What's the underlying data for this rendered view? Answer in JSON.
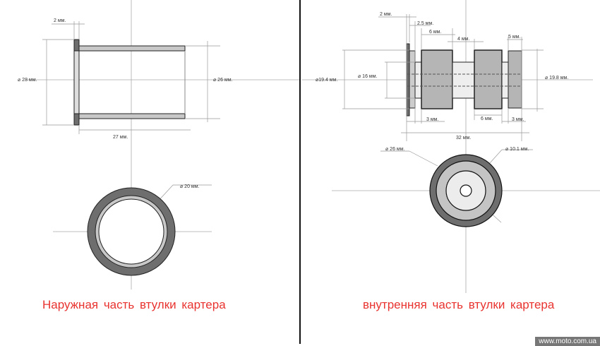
{
  "left": {
    "caption": "Наружная часть втулки картера",
    "dims": {
      "flange": "2 мм.",
      "outer_d": "28 мм.",
      "tube_d": "26 мм.",
      "length": "27 мм.",
      "ring_d": "20 мм."
    }
  },
  "right": {
    "caption": "внутренняя часть втулки картера",
    "dims": {
      "flange": "2 мм.",
      "step1": "2.5 мм.",
      "seg1": "6 мм.",
      "gap": "4 мм.",
      "seg_end": "5 мм.",
      "d_left": "19.4 мм.",
      "d_inner": "16 мм.",
      "d_right": "19.8 мм.",
      "neck1": "3 мм.",
      "seg2": "6 мм.",
      "neck3": "3 мм.",
      "total": "32 мм.",
      "outer_d": "26 мм.",
      "hole_d": "10.1 мм."
    }
  },
  "watermark": "www.moto.com.ua",
  "colors": {
    "caption": "#e8332f",
    "dark": "#6e6e6e",
    "mid": "#b5b5b5",
    "light": "#e6e6e6"
  }
}
